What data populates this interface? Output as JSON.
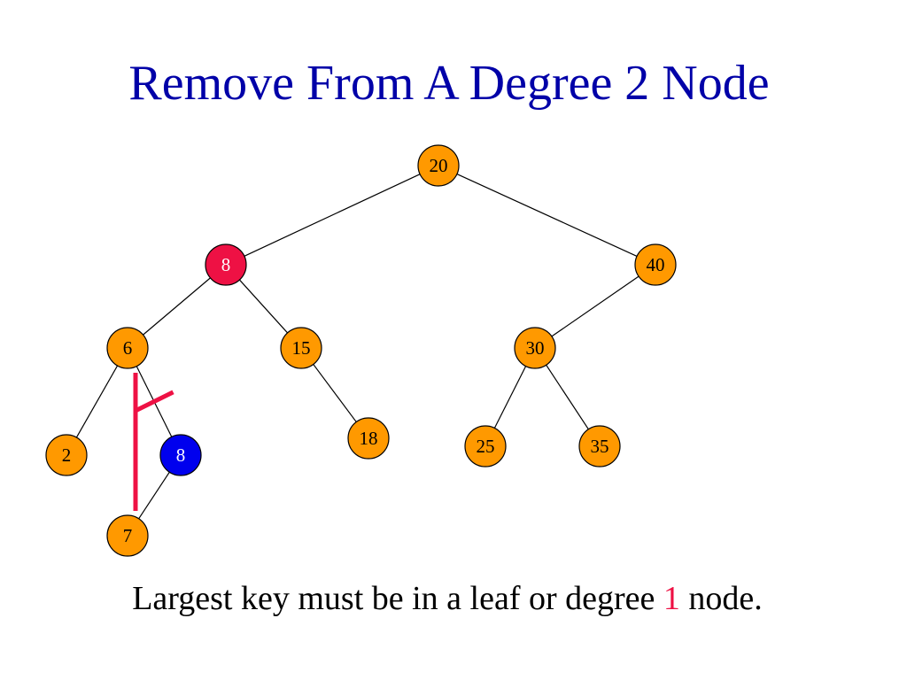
{
  "title": "Remove From A Degree 2 Node",
  "caption": {
    "before": "Largest key must be in a leaf or degree ",
    "highlight": "1",
    "after": " node."
  },
  "colors": {
    "title": "#0000a8",
    "node_default": "#ff9900",
    "node_removed": "#ee1144",
    "node_largest": "#0000ee",
    "node_outline": "#000000",
    "edge": "#000000",
    "highlight_line": "#ee1144",
    "caption_highlight": "#ee1144"
  },
  "tree": {
    "nodes": [
      {
        "id": "n20",
        "key": "20",
        "state": "normal"
      },
      {
        "id": "n8",
        "key": "8",
        "state": "removed"
      },
      {
        "id": "n40",
        "key": "40",
        "state": "normal"
      },
      {
        "id": "n6",
        "key": "6",
        "state": "normal"
      },
      {
        "id": "n15",
        "key": "15",
        "state": "normal"
      },
      {
        "id": "n30",
        "key": "30",
        "state": "normal"
      },
      {
        "id": "n2",
        "key": "2",
        "state": "normal"
      },
      {
        "id": "n8b",
        "key": "8",
        "state": "largest"
      },
      {
        "id": "n18",
        "key": "18",
        "state": "normal"
      },
      {
        "id": "n25",
        "key": "25",
        "state": "normal"
      },
      {
        "id": "n35",
        "key": "35",
        "state": "normal"
      },
      {
        "id": "n7",
        "key": "7",
        "state": "normal"
      }
    ],
    "edges": [
      {
        "from": "n20",
        "to": "n8"
      },
      {
        "from": "n20",
        "to": "n40"
      },
      {
        "from": "n8",
        "to": "n6"
      },
      {
        "from": "n8",
        "to": "n15"
      },
      {
        "from": "n40",
        "to": "n30"
      },
      {
        "from": "n6",
        "to": "n2"
      },
      {
        "from": "n6",
        "to": "n8b",
        "cut": true
      },
      {
        "from": "n15",
        "to": "n18"
      },
      {
        "from": "n30",
        "to": "n25"
      },
      {
        "from": "n30",
        "to": "n35"
      },
      {
        "from": "n8b",
        "to": "n7"
      }
    ],
    "relink": {
      "from": "n6",
      "to": "n7"
    }
  }
}
